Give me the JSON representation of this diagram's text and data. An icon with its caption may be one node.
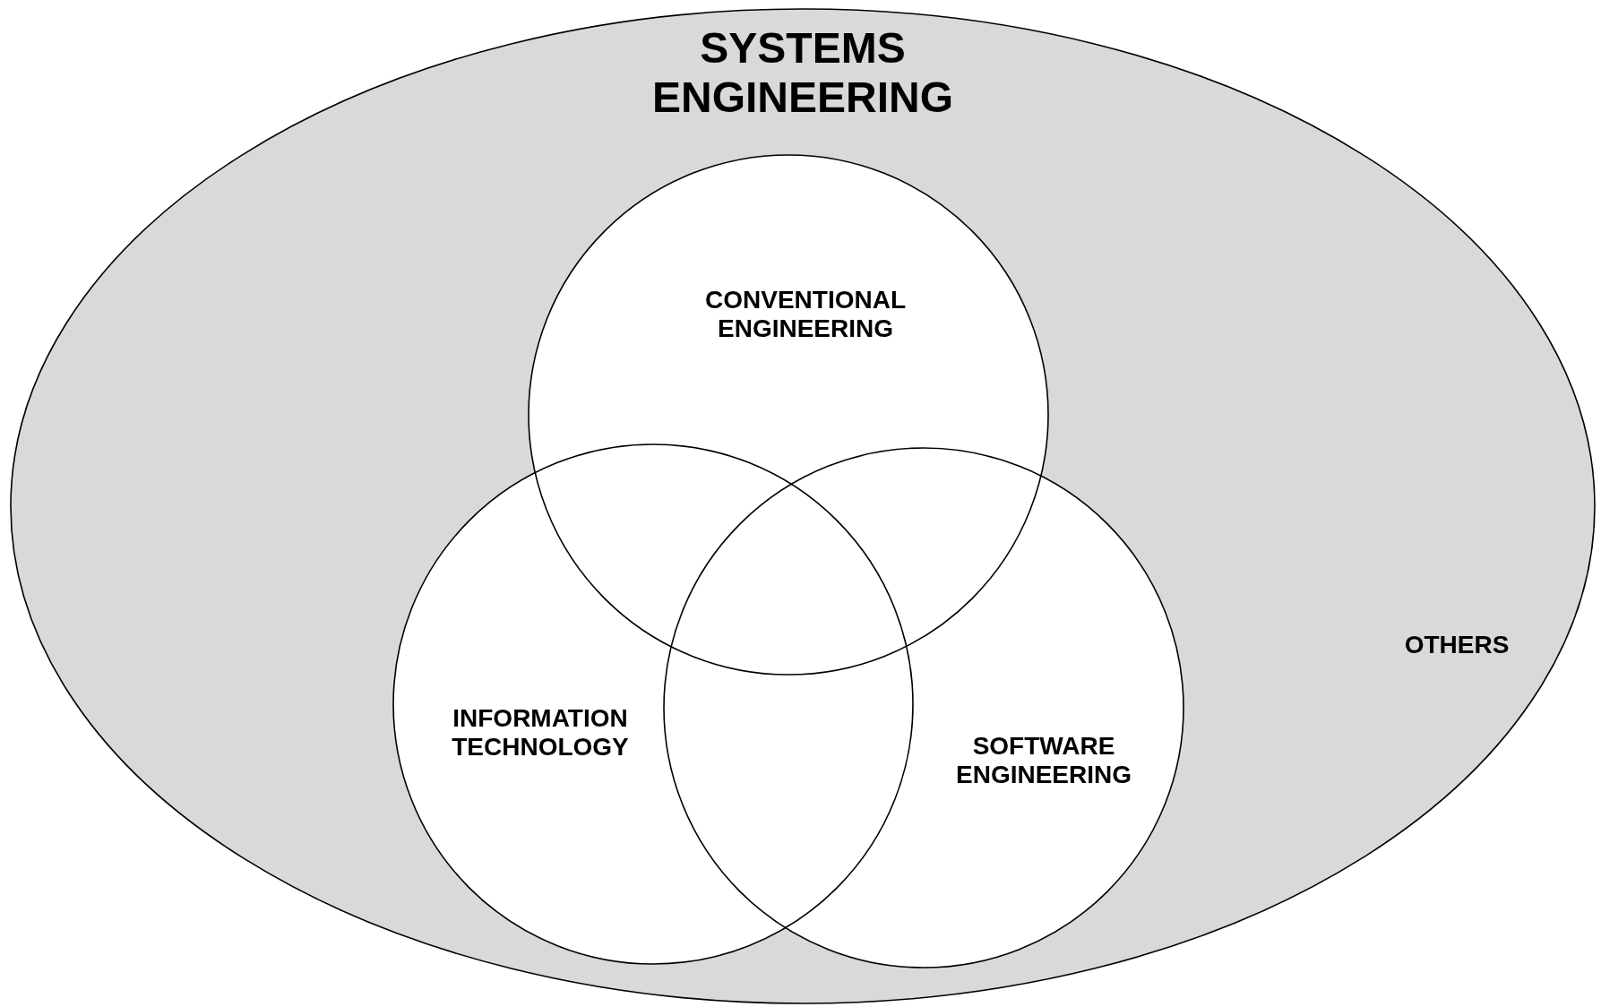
{
  "diagram": {
    "nodes": [
      {
        "text": [
          "SYSTEMS ENGINEERING",
          "OTHERS"
        ]
      },
      {
        "text": [
          "CONVENTIONAL ENGINEERING"
        ],
        "in": 0
      },
      {
        "text": [
          "INFORMATION TECHNOLOGY"
        ],
        "in": 0
      },
      {
        "text": [
          "SOFTWARE ENGINEERING"
        ],
        "in": 0
      }
    ]
  }
}
